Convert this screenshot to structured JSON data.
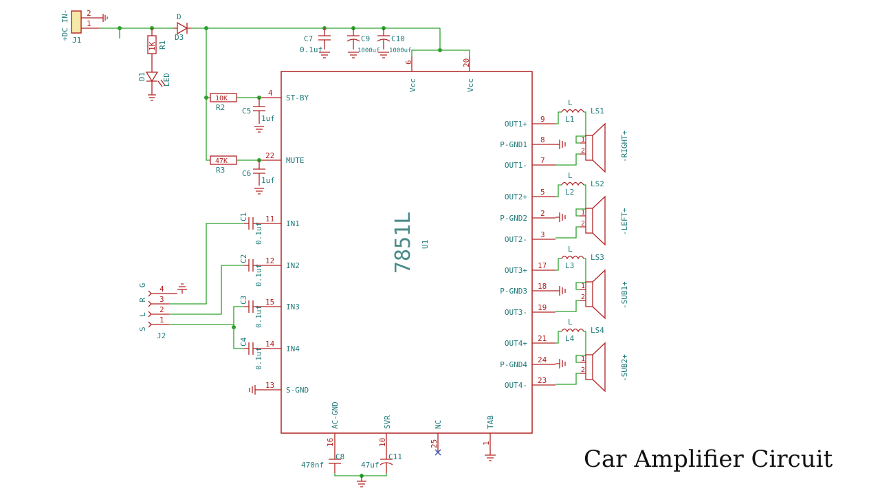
{
  "caption": "Car Amplifier Circuit",
  "ic": {
    "name": "7851L",
    "ref": "U1"
  },
  "pins_left": [
    {
      "num": "4",
      "name": "ST-BY"
    },
    {
      "num": "22",
      "name": "MUTE"
    },
    {
      "num": "11",
      "name": "IN1"
    },
    {
      "num": "12",
      "name": "IN2"
    },
    {
      "num": "15",
      "name": "IN3"
    },
    {
      "num": "14",
      "name": "IN4"
    },
    {
      "num": "13",
      "name": "S-GND"
    }
  ],
  "pins_right": [
    {
      "num": "9",
      "name": "OUT1+"
    },
    {
      "num": "8",
      "name": "P-GND1"
    },
    {
      "num": "7",
      "name": "OUT1-"
    },
    {
      "num": "5",
      "name": "OUT2+"
    },
    {
      "num": "2",
      "name": "P-GND2"
    },
    {
      "num": "3",
      "name": "OUT2-"
    },
    {
      "num": "17",
      "name": "OUT3+"
    },
    {
      "num": "18",
      "name": "P-GND3"
    },
    {
      "num": "19",
      "name": "OUT3-"
    },
    {
      "num": "21",
      "name": "OUT4+"
    },
    {
      "num": "24",
      "name": "P-GND4"
    },
    {
      "num": "23",
      "name": "OUT4-"
    }
  ],
  "pins_top": [
    {
      "num": "6",
      "name": "Vcc"
    },
    {
      "num": "20",
      "name": "Vcc"
    }
  ],
  "pins_bottom": [
    {
      "num": "16",
      "name": "AC-GND"
    },
    {
      "num": "10",
      "name": "SVR"
    },
    {
      "num": "25",
      "name": "NC"
    },
    {
      "num": "1",
      "name": "TAB"
    }
  ],
  "speakers": [
    {
      "ref": "LS1",
      "label": "-RIGHT+",
      "inductor": "L1"
    },
    {
      "ref": "LS2",
      "label": "-LEFT+",
      "inductor": "L2"
    },
    {
      "ref": "LS3",
      "label": "-SUB1+",
      "inductor": "L3"
    },
    {
      "ref": "LS4",
      "label": "-SUB2+",
      "inductor": "L4"
    }
  ],
  "inductor_value": "L",
  "speaker_pin_labels": [
    "1",
    "2"
  ],
  "input_caps": [
    {
      "ref": "C1",
      "value": "0.1uf"
    },
    {
      "ref": "C2",
      "value": "0.1uf"
    },
    {
      "ref": "C3",
      "value": "0.1uf"
    },
    {
      "ref": "C4",
      "value": "0.1uf"
    }
  ],
  "power": {
    "j1_ref": "J1",
    "j1_label": "+DC IN-",
    "j1_pins": [
      "2",
      "1"
    ],
    "d3_ref": "D3",
    "d3_value": "D",
    "r1_ref": "R1",
    "r1_value": "1K",
    "d1_ref": "D1",
    "d1_value": "LED",
    "c7_ref": "C7",
    "c7_value": "0.1uf",
    "c9_ref": "C9",
    "c9_value": "1000uf",
    "c10_ref": "C10",
    "c10_value": "1000uf"
  },
  "standby": {
    "r2_ref": "R2",
    "r2_value": "10K",
    "c5_ref": "C5",
    "c5_value": "1uf",
    "r3_ref": "R3",
    "r3_value": "47K",
    "c6_ref": "C6",
    "c6_value": "1uf"
  },
  "j2": {
    "ref": "J2",
    "label": "S L R G",
    "pins": [
      "4",
      "3",
      "2",
      "1"
    ]
  },
  "bottom_caps": {
    "c8_ref": "C8",
    "c8_value": "470nf",
    "c11_ref": "C11",
    "c11_value": "47uf"
  }
}
